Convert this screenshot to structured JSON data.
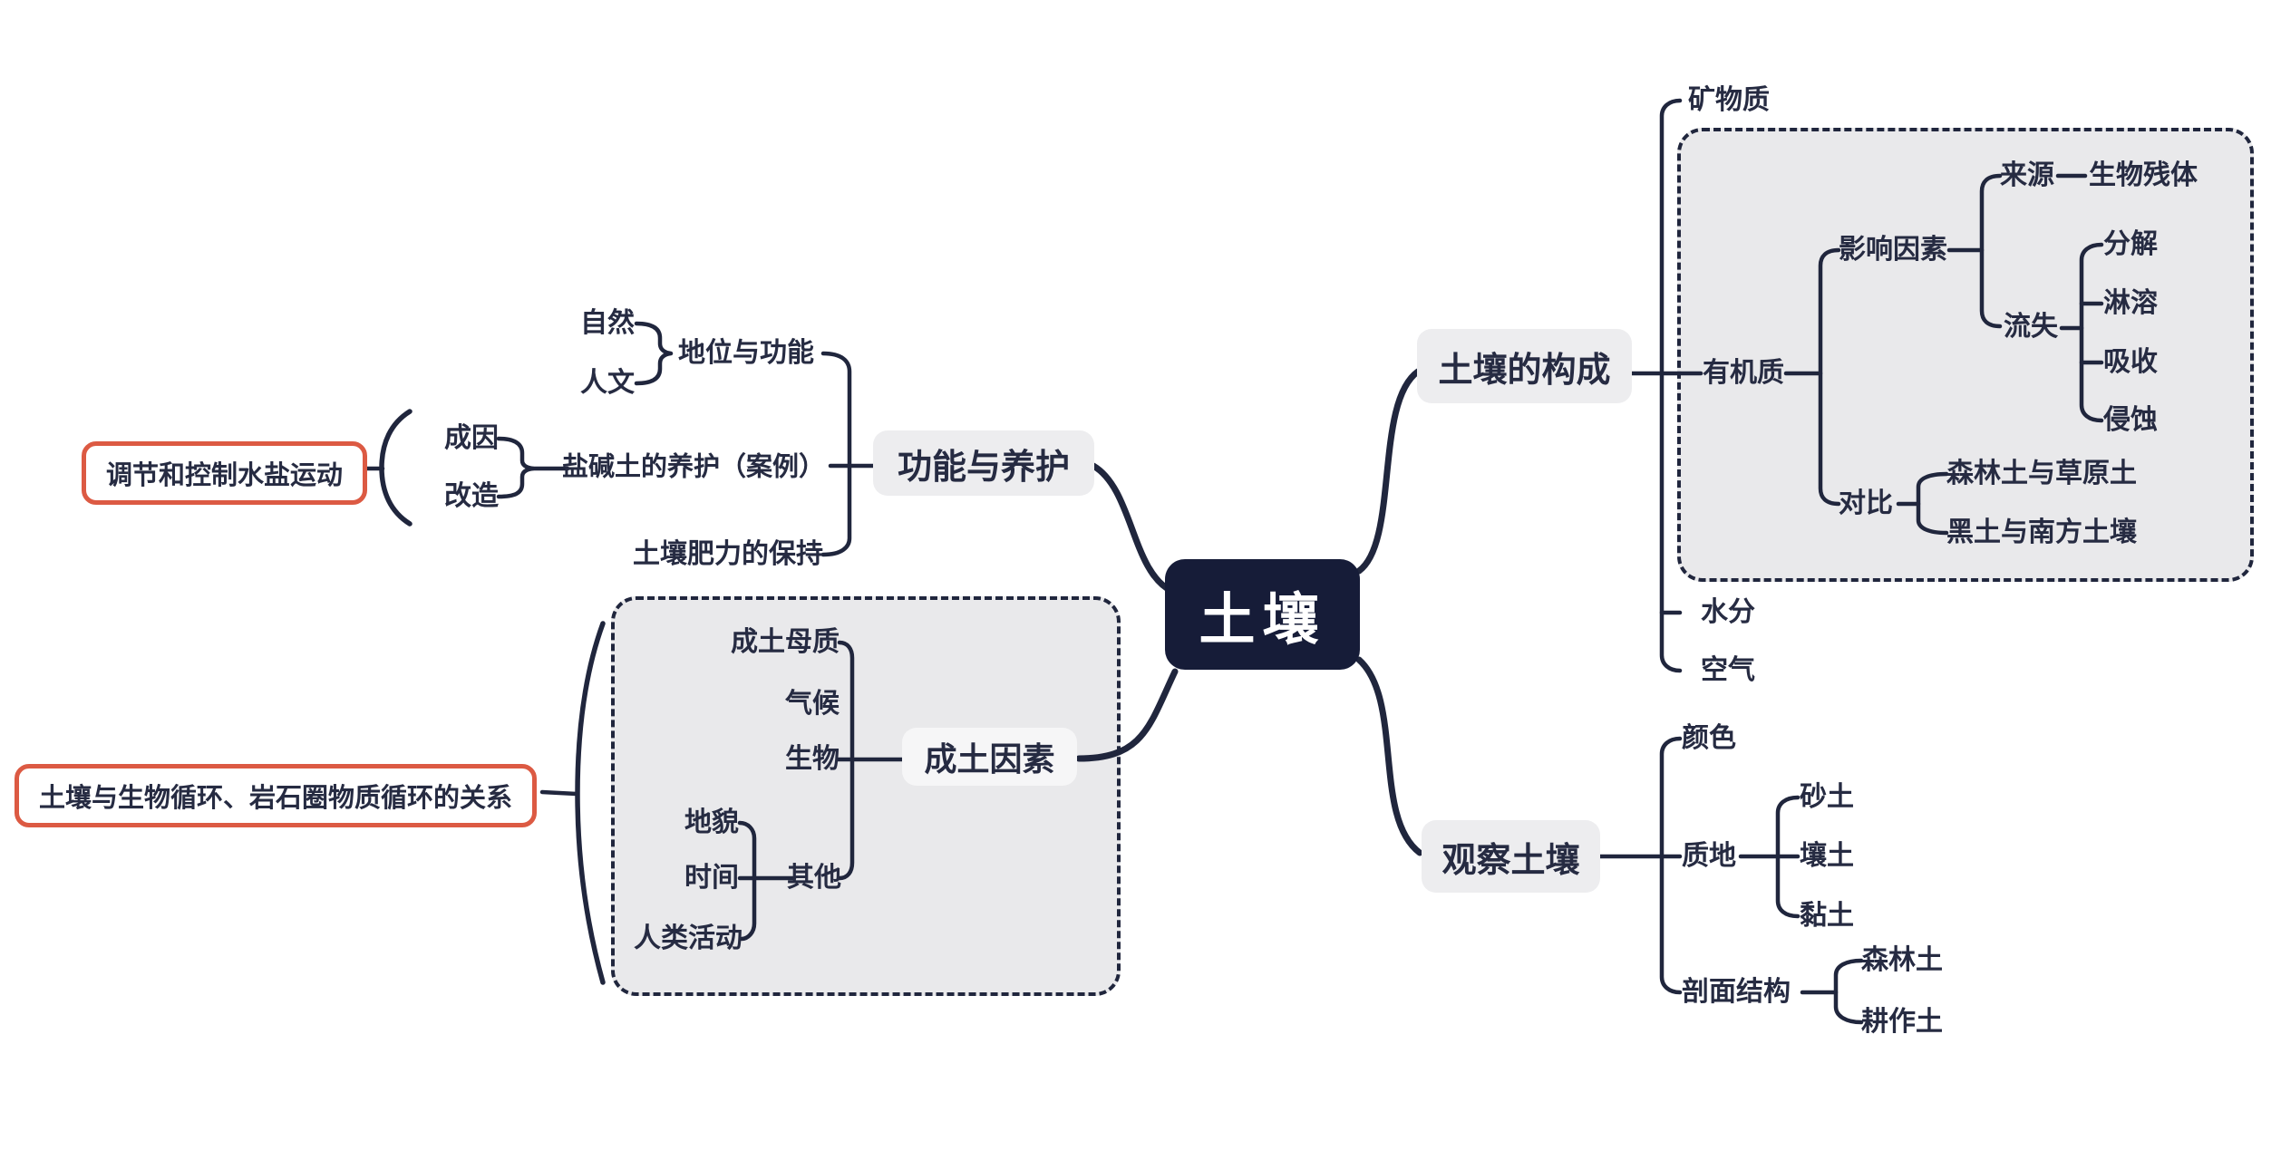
{
  "root": {
    "label": "土壤"
  },
  "branches": {
    "function_care": {
      "label": "功能与养护",
      "status_function": {
        "label": "地位与功能",
        "natural": "自然",
        "humanistic": "人文"
      },
      "saline_soil_care": {
        "label": "盐碱土的养护（案例）",
        "cause": "成因",
        "reform": "改造",
        "highlight": "调节和控制水盐运动"
      },
      "fertility": {
        "label": "土壤肥力的保持"
      }
    },
    "soil_forming_factors": {
      "label": "成土因素",
      "highlight": "土壤与生物循环、岩石圈物质循环的关系",
      "parent_material": "成土母质",
      "climate": "气候",
      "biology": "生物",
      "others": {
        "label": "其他",
        "landform": "地貌",
        "time": "时间",
        "human_activity": "人类活动"
      }
    },
    "composition": {
      "label": "土壤的构成",
      "mineral": "矿物质",
      "organic": {
        "label": "有机质",
        "factors": {
          "label": "影响因素",
          "source": {
            "label": "来源",
            "bio_residue": "生物残体"
          },
          "loss": {
            "label": "流失",
            "decomposition": "分解",
            "leaching": "淋溶",
            "absorption": "吸收",
            "erosion": "侵蚀"
          }
        },
        "contrast": {
          "label": "对比",
          "forest_vs_grassland": "森林土与草原土",
          "black_vs_south": "黑土与南方土壤"
        }
      },
      "moisture": "水分",
      "air": "空气"
    },
    "observe": {
      "label": "观察土壤",
      "color": "颜色",
      "texture": {
        "label": "质地",
        "sandy": "砂土",
        "loam": "壤土",
        "clay": "黏土"
      },
      "profile": {
        "label": "剖面结构",
        "forest_soil": "森林土",
        "cultivated_soil": "耕作土"
      }
    }
  },
  "colors": {
    "ink": "#20263d",
    "root_bg": "#161c38",
    "root_text": "#ffffff",
    "node_bg": "#ededef",
    "inner_node_bg": "#f6f6f7",
    "group_bg": "#e9e9eb",
    "highlight_border": "#dc5a43",
    "canvas_bg": "#ffffff"
  }
}
